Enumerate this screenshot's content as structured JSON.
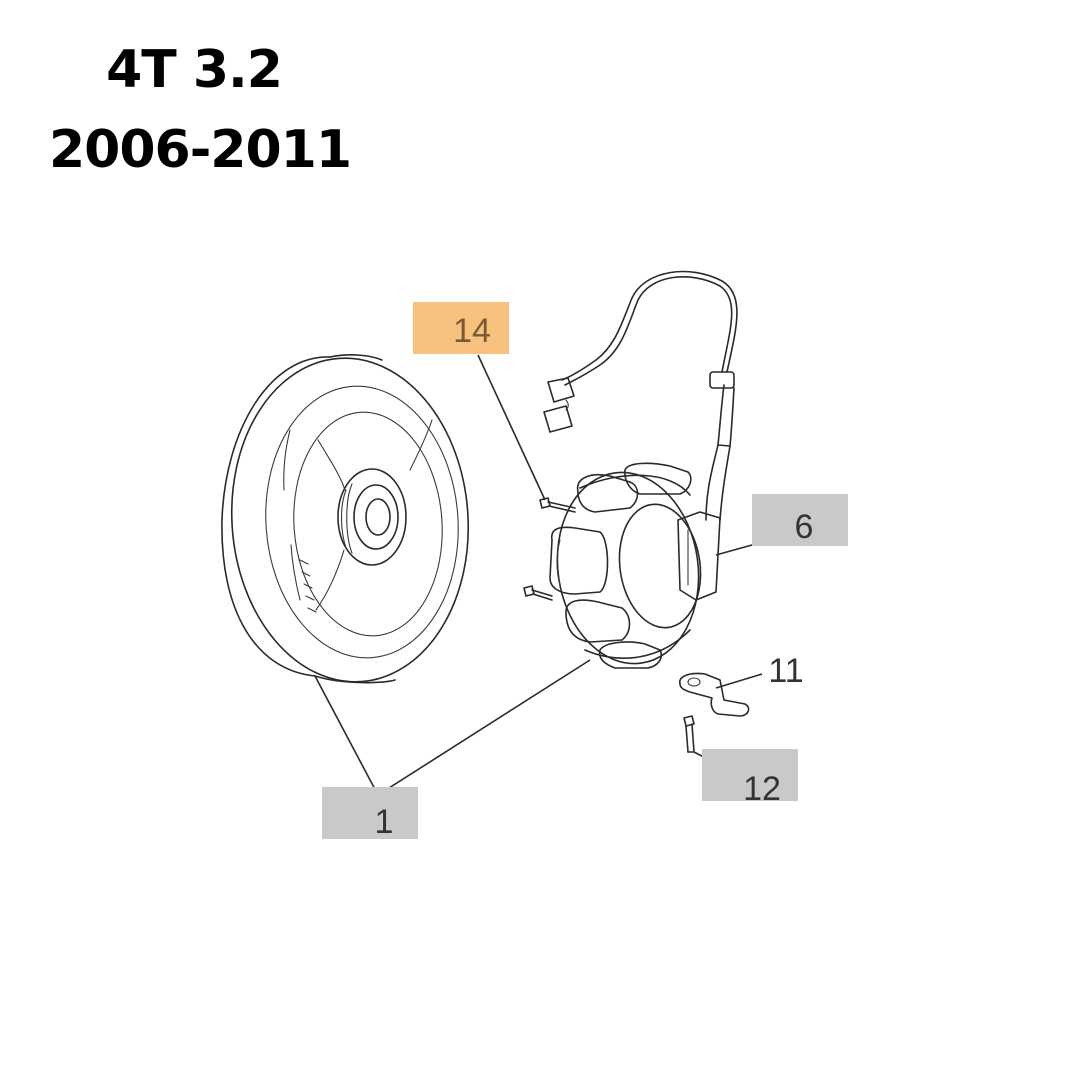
{
  "header": {
    "model": "4T 3.2",
    "years": "2006-2011"
  },
  "callouts": [
    {
      "id": "c14",
      "label": "14",
      "highlighted": true
    },
    {
      "id": "c6",
      "label": "6",
      "highlighted": false
    },
    {
      "id": "c11",
      "label": "11",
      "highlighted": false
    },
    {
      "id": "c12",
      "label": "12",
      "highlighted": false
    },
    {
      "id": "c1",
      "label": "1",
      "highlighted": false
    }
  ],
  "colors": {
    "highlight": "#f7c27e",
    "callout_box": "#c9c9c9",
    "text": "#000000"
  }
}
